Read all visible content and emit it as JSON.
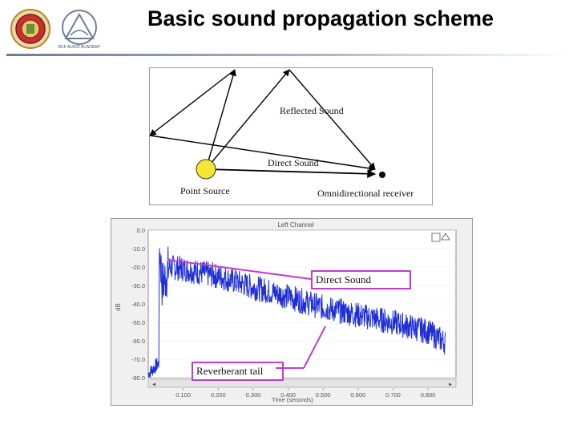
{
  "header": {
    "title": "Basic sound propagation scheme",
    "logo_right_text": "RCF AUDIO ACADEMY"
  },
  "diagram": {
    "reflected_label": "Reflected Sound",
    "direct_label": "Direct Sound",
    "source_label": "Point Source",
    "receiver_label": "Omnidirectional receiver"
  },
  "chart_data": {
    "type": "line",
    "title": "Left Channel",
    "xlabel": "Time (seconds)",
    "ylabel": "dB",
    "x_ticks": [
      "0.100",
      "0.200",
      "0.300",
      "0.400",
      "0.500",
      "0.600",
      "0.700",
      "0.800"
    ],
    "y_ticks": [
      "0.0",
      "-10.0",
      "-20.0",
      "-30.0",
      "-40.0",
      "-50.0",
      "-60.0",
      "-70.0",
      "-80.0"
    ],
    "xlim": [
      0.0,
      0.88
    ],
    "ylim": [
      -80,
      0
    ],
    "series": [
      {
        "color": "#1f2fd6",
        "x": [
          0.0,
          0.02,
          0.03,
          0.032,
          0.04,
          0.06,
          0.1,
          0.2,
          0.3,
          0.4,
          0.5,
          0.6,
          0.7,
          0.8,
          0.85
        ],
        "y": [
          -78,
          -74,
          -72,
          -8,
          -30,
          -20,
          -21,
          -25,
          -31,
          -36,
          -42,
          -46,
          -50,
          -55,
          -61
        ]
      }
    ],
    "annotations": [
      "Direct Sound",
      "Reverberant tail"
    ],
    "callout_color": "#c23bd0"
  }
}
